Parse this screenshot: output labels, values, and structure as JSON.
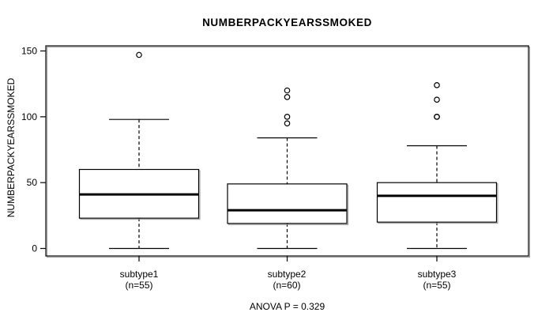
{
  "chart_data": {
    "type": "boxplot",
    "title": "NUMBERPACKYEARSSMOKED",
    "ylabel": "NUMBERPACKYEARSSMOKED",
    "xlabel": "",
    "annotation": "ANOVA P = 0.329",
    "yticks": [
      0,
      50,
      100,
      150
    ],
    "ylim": [
      -6,
      154
    ],
    "grid": false,
    "legend": null,
    "whisker_line_style": "dashed",
    "groups": [
      {
        "label": "subtype1",
        "n_label": "(n=55)",
        "n": 55,
        "q1": 23,
        "median": 41,
        "q3": 60,
        "whisker_low": 0,
        "whisker_high": 98,
        "outliers": [
          147
        ]
      },
      {
        "label": "subtype2",
        "n_label": "(n=60)",
        "n": 60,
        "q1": 19,
        "median": 29,
        "q3": 49,
        "whisker_low": 0,
        "whisker_high": 84,
        "outliers": [
          120,
          115,
          100,
          95
        ]
      },
      {
        "label": "subtype3",
        "n_label": "(n=55)",
        "n": 55,
        "q1": 20,
        "median": 40,
        "q3": 50,
        "whisker_low": 0,
        "whisker_high": 78,
        "outliers": [
          124,
          113,
          100,
          100
        ]
      }
    ]
  },
  "colors": {
    "foreground": "#000000",
    "background": "#ffffff",
    "box_fill": "#ffffff",
    "shadow": "#9a9a9a"
  }
}
